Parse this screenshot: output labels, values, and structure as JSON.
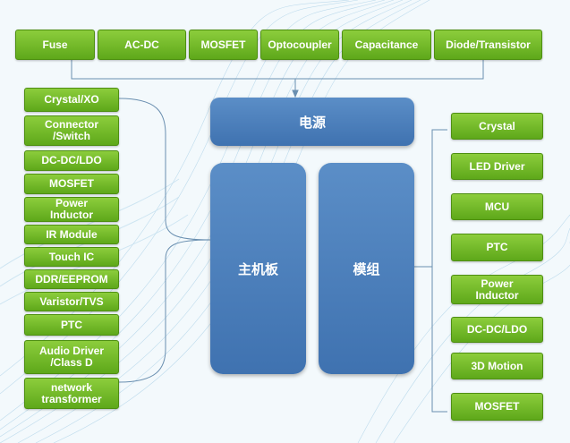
{
  "top_items": [
    "Fuse",
    "AC-DC",
    "MOSFET",
    "Optocoupler",
    "Capacitance",
    "Diode/Transistor"
  ],
  "center": {
    "power": "电源",
    "mainboard": "主机板",
    "module": "模组"
  },
  "left_items": [
    "Crystal/XO",
    "Connector\n/Switch",
    "DC-DC/LDO",
    "MOSFET",
    "Power\nInductor",
    "IR Module",
    "Touch IC",
    "DDR/EEPROM",
    "Varistor/TVS",
    "PTC",
    "Audio Driver\n/Class D",
    "network\ntransformer"
  ],
  "right_items": [
    "Crystal",
    "LED Driver",
    "MCU",
    "PTC",
    "Power\nInductor",
    "DC-DC/LDO",
    "3D Motion",
    "MOSFET"
  ],
  "colors": {
    "green": "#6cb52a",
    "blue": "#4a7fbd",
    "line": "#6a8fb0"
  }
}
